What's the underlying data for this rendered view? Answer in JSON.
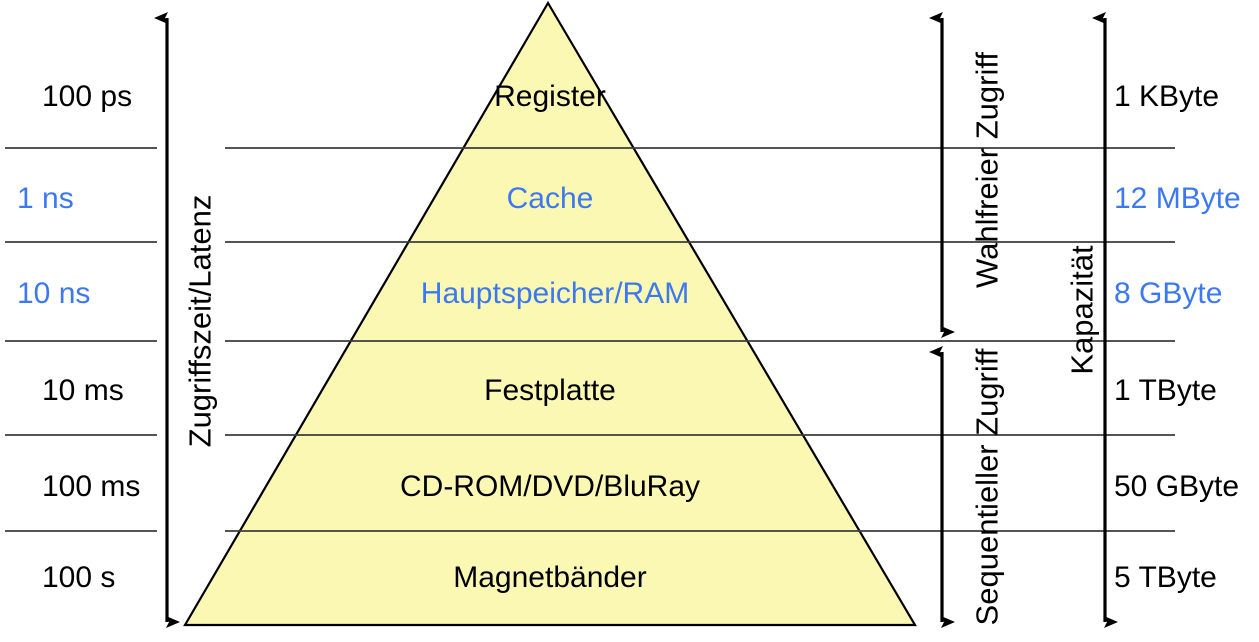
{
  "diagram": {
    "title_text": "",
    "colors": {
      "pyramid_fill": "#fbf8b4",
      "stroke": "#000000",
      "rule": "#3c3c3c",
      "highlight_text": "#3c78f0",
      "normal_text": "#000000",
      "background": "#ffffff"
    },
    "left_axis": {
      "label": "Zugriffszeit/Latenz",
      "direction": "down",
      "arrow_top": true,
      "arrow_bottom": true
    },
    "random_access_axis": {
      "label": "Wahlfreier Zugriff",
      "arrow_top": true,
      "arrow_bottom": true
    },
    "sequential_access_axis": {
      "label": "Sequentieller Zugriff",
      "arrow_top": true,
      "arrow_bottom": true
    },
    "capacity_axis": {
      "label": "Kapazität",
      "direction": "down",
      "arrow_top": true,
      "arrow_bottom": true
    },
    "tiers": [
      {
        "name": "Register",
        "latency": "100 ps",
        "capacity": "1 KByte",
        "highlight": false
      },
      {
        "name": "Cache",
        "latency": "1 ns",
        "capacity": "12 MByte",
        "highlight": true
      },
      {
        "name": "Hauptspeicher/RAM",
        "latency": "10 ns",
        "capacity": "8 GByte",
        "highlight": true
      },
      {
        "name": "Festplatte",
        "latency": "10 ms",
        "capacity": "1 TByte",
        "highlight": false
      },
      {
        "name": "CD-ROM/DVD/BluRay",
        "latency": "100 ms",
        "capacity": "50 GByte",
        "highlight": false
      },
      {
        "name": "Magnetbänder",
        "latency": "100 s",
        "capacity": "5 TByte",
        "highlight": false
      }
    ]
  },
  "chart_data": {
    "type": "pyramid",
    "title": "",
    "categories": [
      "Register",
      "Cache",
      "Hauptspeicher/RAM",
      "Festplatte",
      "CD-ROM/DVD/BluRay",
      "Magnetbänder"
    ],
    "series": [
      {
        "name": "Zugriffszeit/Latenz",
        "values": [
          "100 ps",
          "1 ns",
          "10 ns",
          "10 ms",
          "100 ms",
          "100 s"
        ]
      },
      {
        "name": "Kapazität",
        "values": [
          "1 KByte",
          "12 MByte",
          "8 GByte",
          "1 TByte",
          "50 GByte",
          "5 TByte"
        ]
      }
    ],
    "groups": [
      {
        "name": "Wahlfreier Zugriff",
        "members": [
          "Register",
          "Cache",
          "Hauptspeicher/RAM"
        ]
      },
      {
        "name": "Sequentieller Zugriff",
        "members": [
          "Festplatte",
          "CD-ROM/DVD/BluRay",
          "Magnetbänder"
        ]
      }
    ],
    "xlabel": "",
    "ylabel": "",
    "grid": true,
    "legend": "none"
  }
}
